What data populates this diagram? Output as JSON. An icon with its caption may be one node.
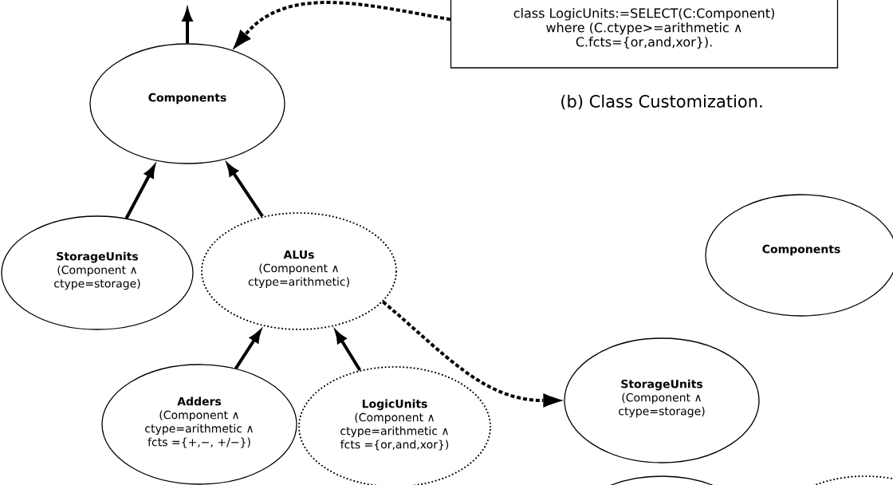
{
  "diagram": {
    "caption": "(b) Class Customization.",
    "nodes": [
      {
        "text": [
          "Components"
        ]
      },
      {
        "text": [
          "StorageUnits",
          "(Component ∧ ctype=storage)"
        ]
      },
      {
        "text": [
          "ALUs",
          "(Component ∧ ctype=arithmetic)"
        ]
      },
      {
        "text": [
          "Adders",
          "(Component ∧ ctype=arithmetic ∧ fcts ={+,−, +/−})"
        ]
      },
      {
        "text": [
          "LogicUnits",
          "(Component ∧ ctype=arithmetic ∧ fcts ={or,and,xor})"
        ]
      },
      {
        "text": [
          "class LogicUnits:=SELECT(C:Component) where (C.ctype>=arithmetic ∧ C.fcts={or,and,xor})."
        ]
      },
      {
        "text": [
          "Components"
        ]
      },
      {
        "text": [
          "StorageUnits",
          "(Component ∧ ctype=storage)"
        ]
      },
      {
        "text": [],
        "shape": "ellipse"
      },
      {
        "text": [],
        "shape": "ellipse"
      }
    ],
    "edges": [
      {
        "from": 0,
        "to": null,
        "arrow": "to"
      },
      {
        "from": 1,
        "to": 0,
        "arrow": "to"
      },
      {
        "from": 2,
        "to": 0,
        "arrow": "to"
      },
      {
        "from": 3,
        "to": 2,
        "arrow": "to"
      },
      {
        "from": 4,
        "to": 2,
        "arrow": "to"
      },
      {
        "from": 5,
        "to": 0,
        "arrow": "to",
        "style": "dashed"
      },
      {
        "from": 2,
        "to": 7,
        "arrow": "to",
        "style": "dashed"
      }
    ]
  }
}
